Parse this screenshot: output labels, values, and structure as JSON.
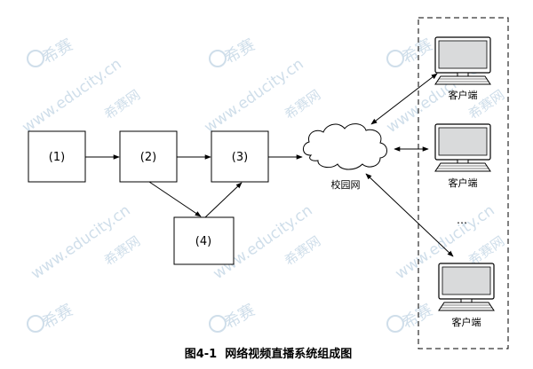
{
  "diagram": {
    "boxes": [
      {
        "id": "box1",
        "label": "(1)"
      },
      {
        "id": "box2",
        "label": "(2)"
      },
      {
        "id": "box3",
        "label": "(3)"
      },
      {
        "id": "box4",
        "label": "(4)"
      }
    ],
    "network": {
      "label": "校园网"
    },
    "clients": [
      {
        "label": "客户端"
      },
      {
        "label": "客户端"
      },
      {
        "label": "客户端"
      }
    ],
    "ellipsis": "…",
    "caption": "图4-1  网络视频直播系统组成图"
  },
  "watermark": {
    "brand": "希赛",
    "site": "www.educity.cn",
    "mark": "希赛网"
  },
  "colors": {
    "stroke": "#000000",
    "monitor_screen": "#d9dadb",
    "watermark": "#bfd3e3"
  }
}
